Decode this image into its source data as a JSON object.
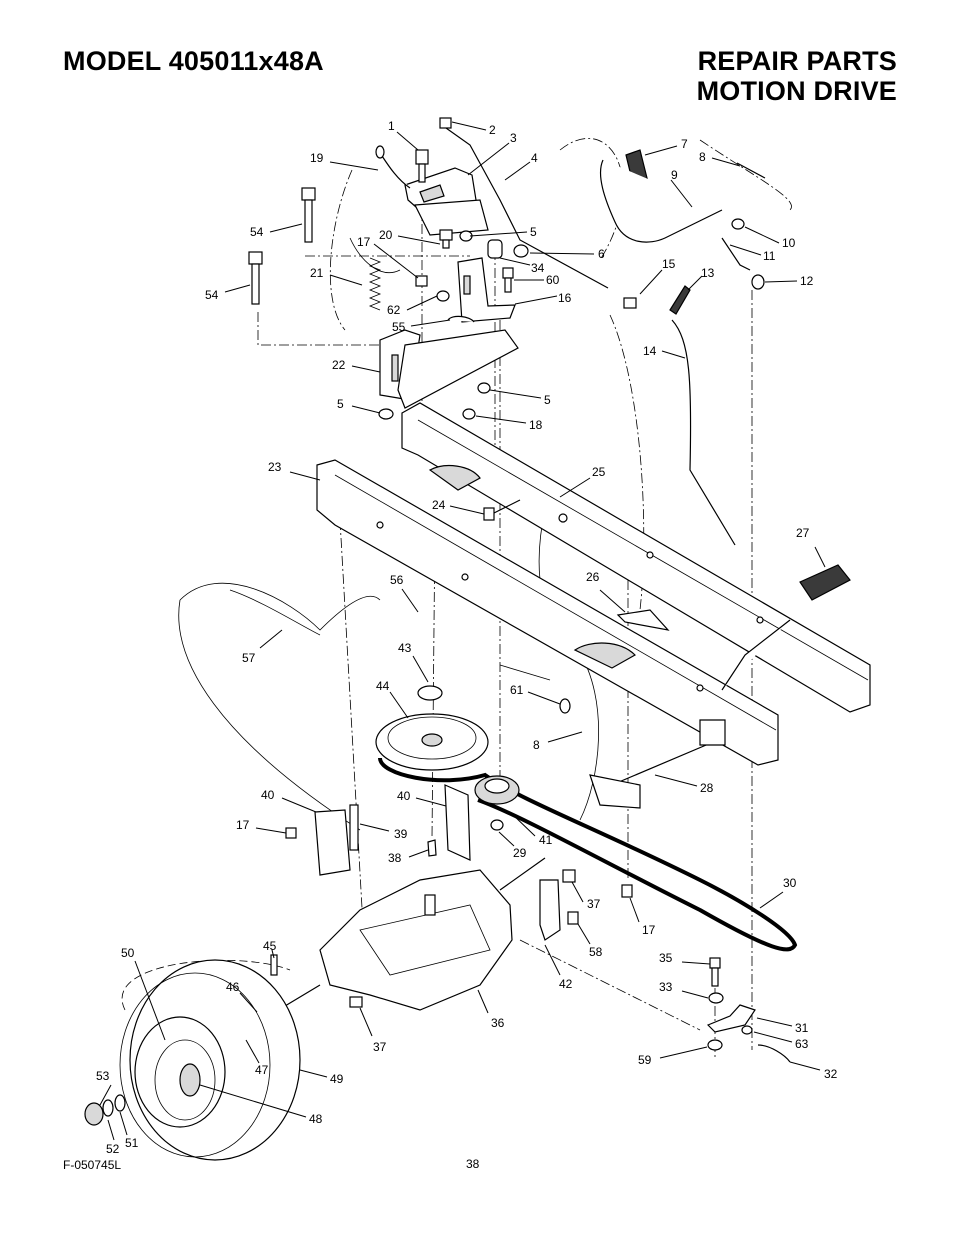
{
  "header": {
    "model": "MODEL 405011x48A",
    "title_line1": "REPAIR PARTS",
    "title_line2": "MOTION DRIVE"
  },
  "footer": {
    "code": "F-050745L",
    "page": "38"
  },
  "callouts": [
    {
      "id": "c1",
      "label": "1"
    },
    {
      "id": "c2",
      "label": "2"
    },
    {
      "id": "c3",
      "label": "3"
    },
    {
      "id": "c4",
      "label": "4"
    },
    {
      "id": "c7",
      "label": "7"
    },
    {
      "id": "c8a",
      "label": "8"
    },
    {
      "id": "c9",
      "label": "9"
    },
    {
      "id": "c19",
      "label": "19"
    },
    {
      "id": "c54a",
      "label": "54"
    },
    {
      "id": "c20",
      "label": "20"
    },
    {
      "id": "c17a",
      "label": "17"
    },
    {
      "id": "c5a",
      "label": "5"
    },
    {
      "id": "c6",
      "label": "6"
    },
    {
      "id": "c10",
      "label": "10"
    },
    {
      "id": "c11",
      "label": "11"
    },
    {
      "id": "c12",
      "label": "12"
    },
    {
      "id": "c34",
      "label": "34"
    },
    {
      "id": "c60",
      "label": "60"
    },
    {
      "id": "c21",
      "label": "21"
    },
    {
      "id": "c54b",
      "label": "54"
    },
    {
      "id": "c15",
      "label": "15"
    },
    {
      "id": "c13",
      "label": "13"
    },
    {
      "id": "c16",
      "label": "16"
    },
    {
      "id": "c62",
      "label": "62"
    },
    {
      "id": "c55",
      "label": "55"
    },
    {
      "id": "c14",
      "label": "14"
    },
    {
      "id": "c22",
      "label": "22"
    },
    {
      "id": "c5b",
      "label": "5"
    },
    {
      "id": "c5c",
      "label": "5"
    },
    {
      "id": "c18",
      "label": "18"
    },
    {
      "id": "c23",
      "label": "23"
    },
    {
      "id": "c25",
      "label": "25"
    },
    {
      "id": "c24",
      "label": "24"
    },
    {
      "id": "c27",
      "label": "27"
    },
    {
      "id": "c56",
      "label": "56"
    },
    {
      "id": "c26",
      "label": "26"
    },
    {
      "id": "c57",
      "label": "57"
    },
    {
      "id": "c43",
      "label": "43"
    },
    {
      "id": "c44",
      "label": "44"
    },
    {
      "id": "c61",
      "label": "61"
    },
    {
      "id": "c8b",
      "label": "8"
    },
    {
      "id": "c28",
      "label": "28"
    },
    {
      "id": "c40a",
      "label": "40"
    },
    {
      "id": "c40b",
      "label": "40"
    },
    {
      "id": "c17b",
      "label": "17"
    },
    {
      "id": "c39",
      "label": "39"
    },
    {
      "id": "c41",
      "label": "41"
    },
    {
      "id": "c29",
      "label": "29"
    },
    {
      "id": "c38",
      "label": "38"
    },
    {
      "id": "c30",
      "label": "30"
    },
    {
      "id": "c37a",
      "label": "37"
    },
    {
      "id": "c17c",
      "label": "17"
    },
    {
      "id": "c58",
      "label": "58"
    },
    {
      "id": "c50",
      "label": "50"
    },
    {
      "id": "c45",
      "label": "45"
    },
    {
      "id": "c35",
      "label": "35"
    },
    {
      "id": "c42",
      "label": "42"
    },
    {
      "id": "c33",
      "label": "33"
    },
    {
      "id": "c46",
      "label": "46"
    },
    {
      "id": "c31",
      "label": "31"
    },
    {
      "id": "c36",
      "label": "36"
    },
    {
      "id": "c63",
      "label": "63"
    },
    {
      "id": "c37b",
      "label": "37"
    },
    {
      "id": "c59",
      "label": "59"
    },
    {
      "id": "c47",
      "label": "47"
    },
    {
      "id": "c53",
      "label": "53"
    },
    {
      "id": "c49",
      "label": "49"
    },
    {
      "id": "c32",
      "label": "32"
    },
    {
      "id": "c48",
      "label": "48"
    },
    {
      "id": "c52",
      "label": "52"
    },
    {
      "id": "c51",
      "label": "51"
    }
  ]
}
